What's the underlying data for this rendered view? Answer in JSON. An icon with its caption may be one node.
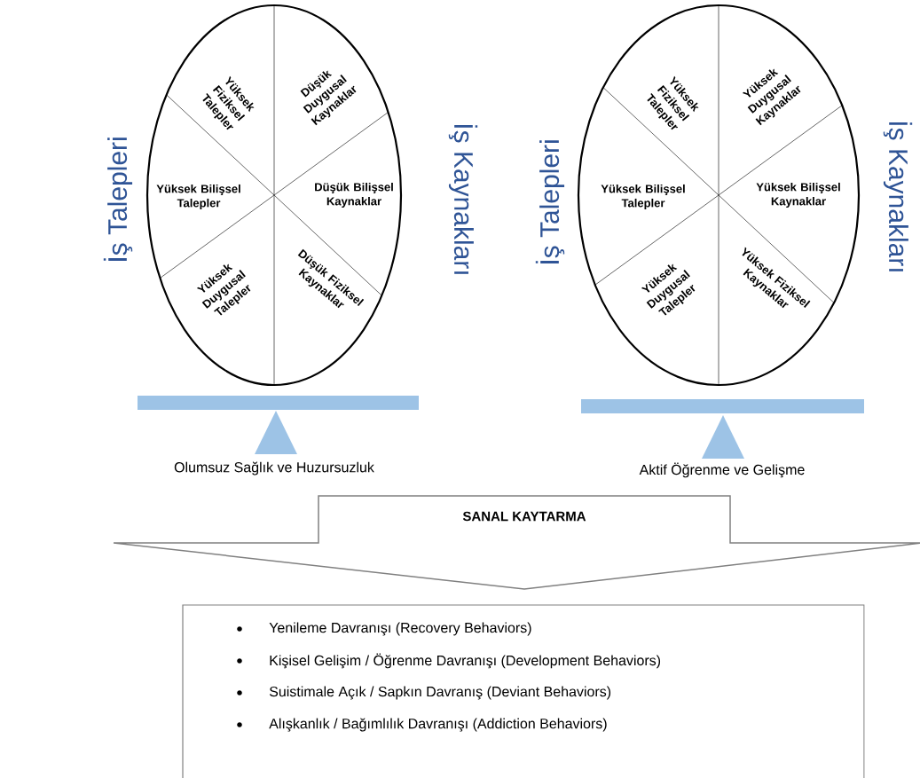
{
  "diagram": {
    "nodes": [
      {
        "text": [
          "Yüksek Fiziksel Talepler",
          "Düşük Duygusal Kaynaklar",
          "Yüksek Bilişsel Talepler",
          "Düşük Bilişsel Kaynaklar",
          "Yüksek Duygusal Talepler",
          "Düşük Fiziksel Kaynaklar"
        ]
      },
      {
        "text": [
          "Yüksek Fiziksel Talepler",
          "Yüksek Duygusal Kaynaklar",
          "Yüksek Bilişsel Talepler",
          "Yüksek Bilişsel Kaynaklar",
          "Yüksek Duygusal Talepler",
          "Yüksek Fiziksel Kaynaklar"
        ]
      },
      {
        "text": [
          "SANAL KAYTARMA"
        ]
      },
      {
        "text": [
          "Yenileme Davranışı (Recovery Behaviors)",
          "Kişisel Gelişim / Öğrenme Davranışı (Development Behaviors)",
          "Suistimale Açık / Sapkın Davranış (Deviant Behaviors)",
          "Alışkanlık / Bağımlılık Davranışı (Addiction Behaviors)"
        ]
      }
    ],
    "labels": [
      "İş Talepleri",
      "İş Kaynakları",
      "İş Talepleri",
      "İş Kaynakları",
      "Olumsuz Sağlık ve Huzursuzluk",
      "Aktif Öğrenme ve Gelişme"
    ]
  }
}
